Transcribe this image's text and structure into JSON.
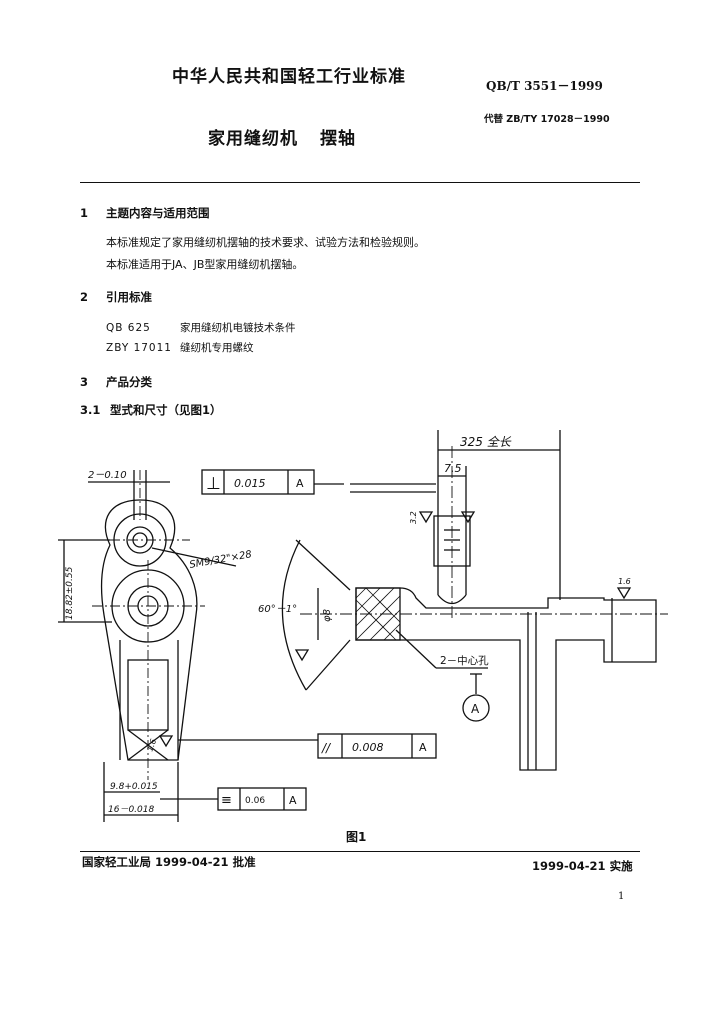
{
  "header": {
    "org": "中华人民共和国轻工行业标准",
    "title_main": "家用缝纫机",
    "title_sub": "摆轴",
    "code": "QB/T 3551－1999",
    "replaces": "代替 ZB/TY 17028－1990"
  },
  "sections": [
    {
      "num": "1",
      "title": "主题内容与适用范围",
      "paragraphs": [
        "本标准规定了家用缝纫机摆轴的技术要求、试验方法和检验规则。",
        "本标准适用于JA、JB型家用缝纫机摆轴。"
      ]
    },
    {
      "num": "2",
      "title": "引用标准",
      "refs": [
        {
          "code": "QB 625",
          "title": "家用缝纫机电镀技术条件"
        },
        {
          "code": "ZBY 17011",
          "title": "缝纫机专用螺纹"
        }
      ]
    },
    {
      "num": "3",
      "title": "产品分类"
    }
  ],
  "subsection": {
    "num": "3.1",
    "title": "型式和尺寸（见图1）"
  },
  "drawing": {
    "dim_overall": "325 全长",
    "dim_75": "7.5",
    "dim_top_hole": "2－0.10",
    "dim_thread": "SM9/32\"×28",
    "dim_width_left": "18.82±0.55",
    "dim_angle": "60°－1°",
    "dim_dia8": "φ8",
    "dim_98": "9.8+0.015",
    "dim_16": "16－0.018",
    "center_holes": "2－中心孔",
    "surface_32": "3.2",
    "surface_16a": "1.6",
    "surface_16b": "1.6",
    "datum": "A",
    "fcf1": {
      "symbol": "⊥",
      "value": "0.015",
      "datum": "A"
    },
    "fcf2": {
      "symbol": "//",
      "value": "0.008",
      "datum": "A"
    },
    "fcf3": {
      "symbol": "≡",
      "value": "0.06",
      "datum": "A"
    }
  },
  "figure_caption": "图1",
  "footer": {
    "approval": "国家轻工业局 1999-04-21 批准",
    "effective": "1999-04-21 实施"
  },
  "page_number": "1"
}
